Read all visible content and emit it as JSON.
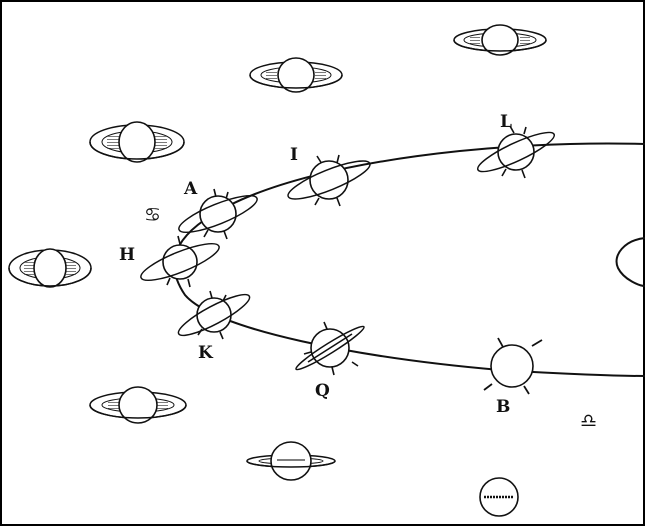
{
  "colors": {
    "ink": "#111111",
    "paper": "#ffffff",
    "frame": "#000000"
  },
  "orbit_labels": {
    "A": "A",
    "H": "H",
    "I": "I",
    "K": "K",
    "L": "L",
    "Q": "Q",
    "B": "B"
  },
  "symbols": {
    "cancer": "♋",
    "libra": "♎"
  },
  "icons": {
    "cancer": "cancer-sign-icon",
    "libra": "libra-sign-icon"
  }
}
